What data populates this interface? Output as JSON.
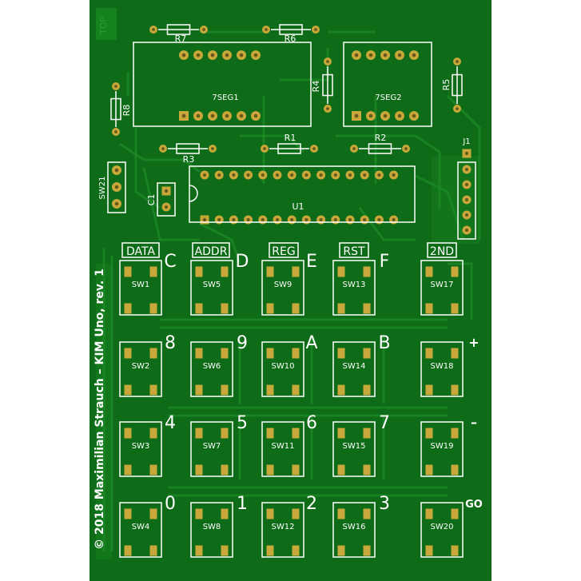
{
  "board": {
    "colors": {
      "background": "#ffffff",
      "substrate": "#0e6b17",
      "copper": "#1a8a23",
      "trace": "#23952c",
      "pad": "#c8a83a",
      "pad_hole": "#6a5a1a",
      "silk": "#ffffff"
    },
    "copyright": "© 2018 Maximilian Strauch – KIM Uno, rev. 1",
    "top_marker": "TOP"
  },
  "components": {
    "resistors": [
      "R7",
      "R6",
      "R8",
      "R4",
      "R5",
      "R3",
      "R1",
      "R2"
    ],
    "displays": [
      "7SEG1",
      "7SEG2"
    ],
    "ic": "U1",
    "capacitor": "C1",
    "slide_switch": "SW21",
    "header": "J1"
  },
  "keypad": {
    "function_labels": [
      "DATA",
      "ADDR",
      "REG",
      "RST",
      "2ND"
    ],
    "rows": [
      {
        "keys": [
          {
            "switch": "SW1",
            "legend": "C"
          },
          {
            "switch": "SW5",
            "legend": "D"
          },
          {
            "switch": "SW9",
            "legend": "E"
          },
          {
            "switch": "SW13",
            "legend": "F"
          },
          {
            "switch": "SW17",
            "legend": ""
          }
        ]
      },
      {
        "keys": [
          {
            "switch": "SW2",
            "legend": "8"
          },
          {
            "switch": "SW6",
            "legend": "9"
          },
          {
            "switch": "SW10",
            "legend": "A"
          },
          {
            "switch": "SW14",
            "legend": "B"
          },
          {
            "switch": "SW18",
            "legend": "+"
          }
        ]
      },
      {
        "keys": [
          {
            "switch": "SW3",
            "legend": "4"
          },
          {
            "switch": "SW7",
            "legend": "5"
          },
          {
            "switch": "SW11",
            "legend": "6"
          },
          {
            "switch": "SW15",
            "legend": "7"
          },
          {
            "switch": "SW19",
            "legend": "–"
          }
        ]
      },
      {
        "keys": [
          {
            "switch": "SW4",
            "legend": "0"
          },
          {
            "switch": "SW8",
            "legend": "1"
          },
          {
            "switch": "SW12",
            "legend": "2"
          },
          {
            "switch": "SW16",
            "legend": "3"
          },
          {
            "switch": "SW20",
            "legend": "GO"
          }
        ]
      }
    ]
  }
}
